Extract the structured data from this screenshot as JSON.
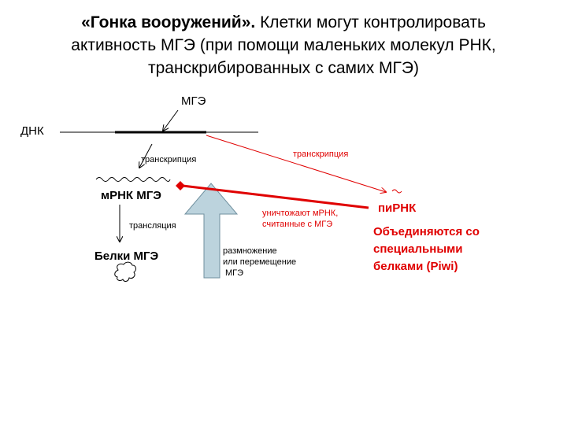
{
  "title": {
    "bold": "«Гонка вооружений».",
    "rest_line1": " Клетки могут контролировать",
    "line2": "активность МГЭ (при помощи маленьких молекул РНК,",
    "line3": "транскрибированных с самих МГЭ)"
  },
  "labels": {
    "mge": "МГЭ",
    "dna": "ДНК",
    "transcription_left": "транскрипция",
    "transcription_right": "транскрипция",
    "mrna_mge": "мРНК МГЭ",
    "translation": "трансляция",
    "proteins_mge": "Белки МГЭ",
    "destroy_line1": "уничтожают мРНК,",
    "destroy_line2": "считанные с МГЭ",
    "pirna": "пиРНК",
    "reproduction_line1": "размножение",
    "reproduction_line2": "или перемещение",
    "reproduction_line3": "МГЭ",
    "piwi_line1": "Объединяются со",
    "piwi_line2": "специальными",
    "piwi_line3": "белками (Piwi)"
  },
  "colors": {
    "accent_red": "#e00000",
    "arrow_fill": "#bcd3dd",
    "arrow_stroke": "#6f8f9e"
  }
}
